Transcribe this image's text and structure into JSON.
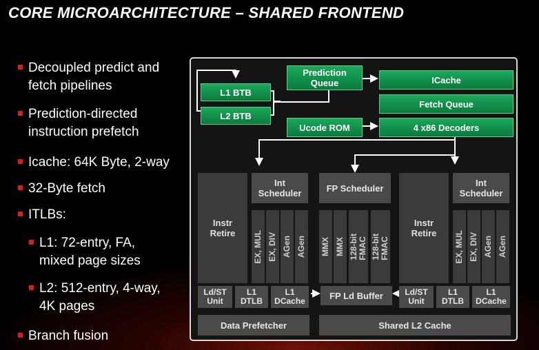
{
  "slide": {
    "title": "CORE MICROARCHITECTURE – SHARED FRONTEND"
  },
  "bullets": [
    {
      "line1": "Decoupled predict and",
      "line2": "fetch pipelines"
    },
    {
      "line1": "Prediction-directed",
      "line2": "instruction prefetch"
    },
    {
      "line1": "Icache: 64K Byte, 2-way"
    },
    {
      "line1": "32-Byte fetch"
    },
    {
      "line1": "ITLBs:"
    },
    {
      "line1": "L1: 72-entry, FA,",
      "line2": "mixed page sizes"
    },
    {
      "line1": "L2: 512-entry, 4-way,",
      "line2": "4K pages"
    },
    {
      "line1": "Branch fusion"
    }
  ],
  "diagram": {
    "l1_btb": "L1 BTB",
    "l2_btb": "L2 BTB",
    "prediction_queue_1": "Prediction",
    "prediction_queue_2": "Queue",
    "icache": "ICache",
    "fetch_queue": "Fetch Queue",
    "ucode_rom": "Ucode ROM",
    "decoders": "4 x86 Decoders",
    "instr_retire_1": "Instr",
    "instr_retire_2": "Retire",
    "int_scheduler_1": "Int",
    "int_scheduler_2": "Scheduler",
    "fp_scheduler": "FP Scheduler",
    "ex_mul": "EX, MUL",
    "ex_div": "EX, DIV",
    "agen": "AGen",
    "mmx": "MMX",
    "fmac_1": "128-bit",
    "fmac_2": "FMAC",
    "ldst_1": "Ld/ST",
    "ldst_2": "Unit",
    "l1_dtlb_1": "L1",
    "l1_dtlb_2": "DTLB",
    "l1_dcache_1": "L1",
    "l1_dcache_2": "DCache",
    "fp_ld_buffer": "FP Ld Buffer",
    "data_prefetcher": "Data Prefetcher",
    "shared_l2_cache": "Shared L2 Cache"
  },
  "colors": {
    "accent_red": "#d81e1e",
    "green_block": "#139a4f",
    "gray_block": "#3b3b3b"
  }
}
